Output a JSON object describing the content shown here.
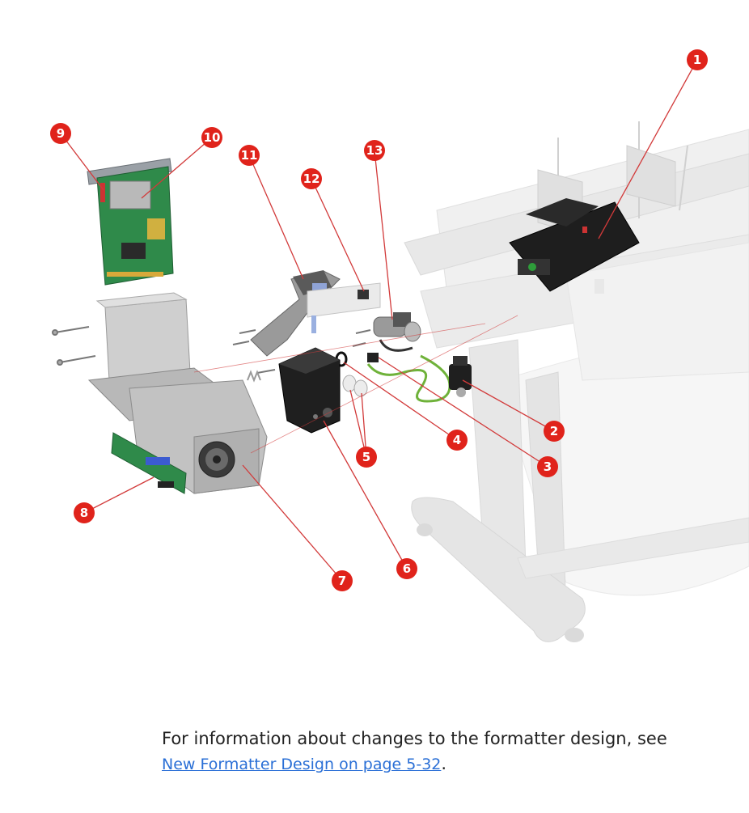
{
  "diagram": {
    "callouts": [
      "1",
      "2",
      "3",
      "4",
      "5",
      "6",
      "7",
      "8",
      "9",
      "10",
      "11",
      "12",
      "13"
    ],
    "callout_color": "#e0231b",
    "leader_color": "#d23a3a"
  },
  "caption": {
    "text_before": "For information about changes to the formatter design, see ",
    "link_text": "New Formatter Design on page 5-32",
    "text_after": "."
  }
}
